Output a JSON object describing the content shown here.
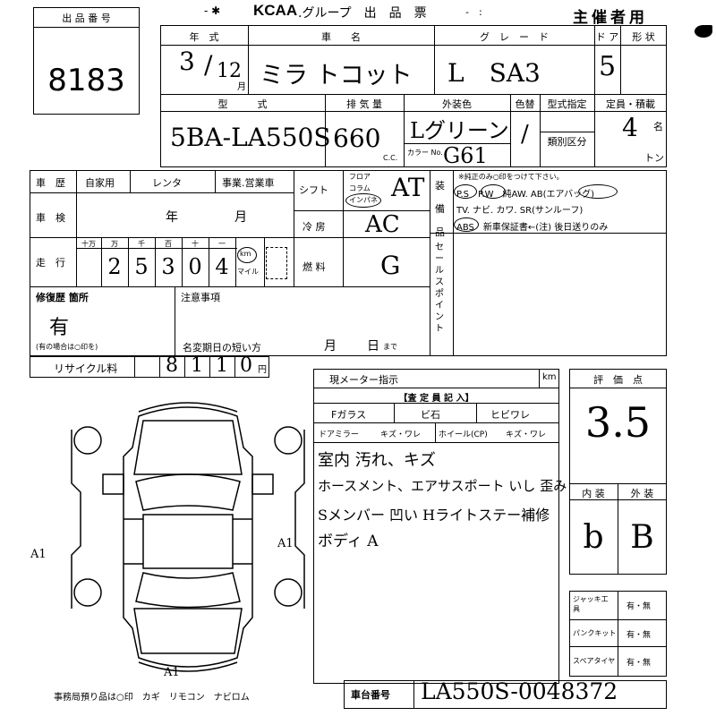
{
  "header": {
    "lot_label": "出 品 番 号",
    "lot_number": "8183",
    "logo": "KCAA",
    "title": ".グループ　出　品　票",
    "organizer": "主催者用"
  },
  "vehicle": {
    "labels": {
      "year": "年　式",
      "name": "車　　名",
      "grade": "グ　レ　ー　ド",
      "doors": "ド ア",
      "shape": "形 状",
      "model": "型　　　式",
      "displacement": "排 気 量",
      "color": "外装色",
      "color_change": "色替",
      "model_designation": "型式指定",
      "classification": "類別区分",
      "capacity": "定員・積載",
      "cc_unit": "C.C.",
      "color_no_label": "カラー No.",
      "capacity_unit": "名",
      "load_unit": "トン"
    },
    "year": "3",
    "month": "12",
    "month_unit": "月",
    "name": "ミラ トコット",
    "grade": "L　SA3",
    "doors": "5",
    "model_code": "5BA-LA550S",
    "displacement": "660",
    "color": "Lグリーン",
    "color_code": "G61",
    "capacity": "4"
  },
  "history": {
    "label": "車　歴",
    "options": [
      "自家用",
      "レンタ",
      "事業.営業車"
    ],
    "inspection_label": "車　検",
    "inspection_year": "年",
    "inspection_month": "月",
    "mileage_label": "走　行",
    "digit_headers": [
      "十万",
      "万",
      "千",
      "百",
      "十",
      "一"
    ],
    "mileage_digits": [
      "2",
      "5",
      "3",
      "0",
      "4"
    ],
    "km_unit": "km",
    "mile_unit": "マイル"
  },
  "specs": {
    "shift_label": "シフト",
    "shift_options": [
      "フロア",
      "コラム",
      "インパネ"
    ],
    "shift": "AT",
    "ac_label": "冷 房",
    "ac": "AC",
    "fuel_label": "燃 料",
    "fuel": "G"
  },
  "equipment": {
    "label": "装備品",
    "note": "※純正のみ○印をつけて下さい。",
    "row1": "P.S　P.W　純AW. AB(エアバッグ)",
    "row2": "TV. ナビ. カワ. SR(サンルーフ)",
    "row3": "ABS　新車保証書←(注) 後日送りのみ",
    "sales_point_label": "セールスポイント"
  },
  "repair": {
    "label": "修復歴 箇所",
    "value": "有",
    "note": "(有の場合は○印を)",
    "caution_label": "注意事項",
    "name_change_label": "名変期日の短い方",
    "month": "月",
    "day": "日",
    "until": "まで"
  },
  "recycle": {
    "label": "リサイクル料",
    "digits": [
      "8",
      "1",
      "1",
      "0"
    ],
    "unit": "円"
  },
  "meter": {
    "label": "現メーター指示",
    "unit": "km"
  },
  "inspector": {
    "header": "【査 定 員 記 入】",
    "glass_label": "Fガラス",
    "chip_label": "ビ石",
    "crack_label": "ヒビワレ",
    "mirror_label": "ドアミラー",
    "mirror_options": "キズ・ワレ",
    "wheel_label": "ホイール(CP)",
    "wheel_options": "キズ・ワレ",
    "notes": [
      "室内 汚れ、キズ",
      "ホースメント、エアサスポート いし 歪み",
      "Sメンバー 凹い Hライトステー補修",
      "ボディ A"
    ]
  },
  "diagram": {
    "marks": [
      "A1",
      "A1",
      "A1"
    ]
  },
  "grade_box": {
    "label": "評　価　点",
    "score": "3.5",
    "interior_label": "内 装",
    "exterior_label": "外 装",
    "interior": "b",
    "exterior": "B"
  },
  "tools": {
    "jack_label": "ジャッキ工　具",
    "puncture_label": "パンクキット",
    "spare_label": "スペアタイヤ",
    "option": "有・無"
  },
  "footer": {
    "note": "事務局預り品は○印　カギ　リモコン　ナビロム",
    "chassis_label": "車台番号",
    "chassis_number": "LA550S-0048372"
  }
}
